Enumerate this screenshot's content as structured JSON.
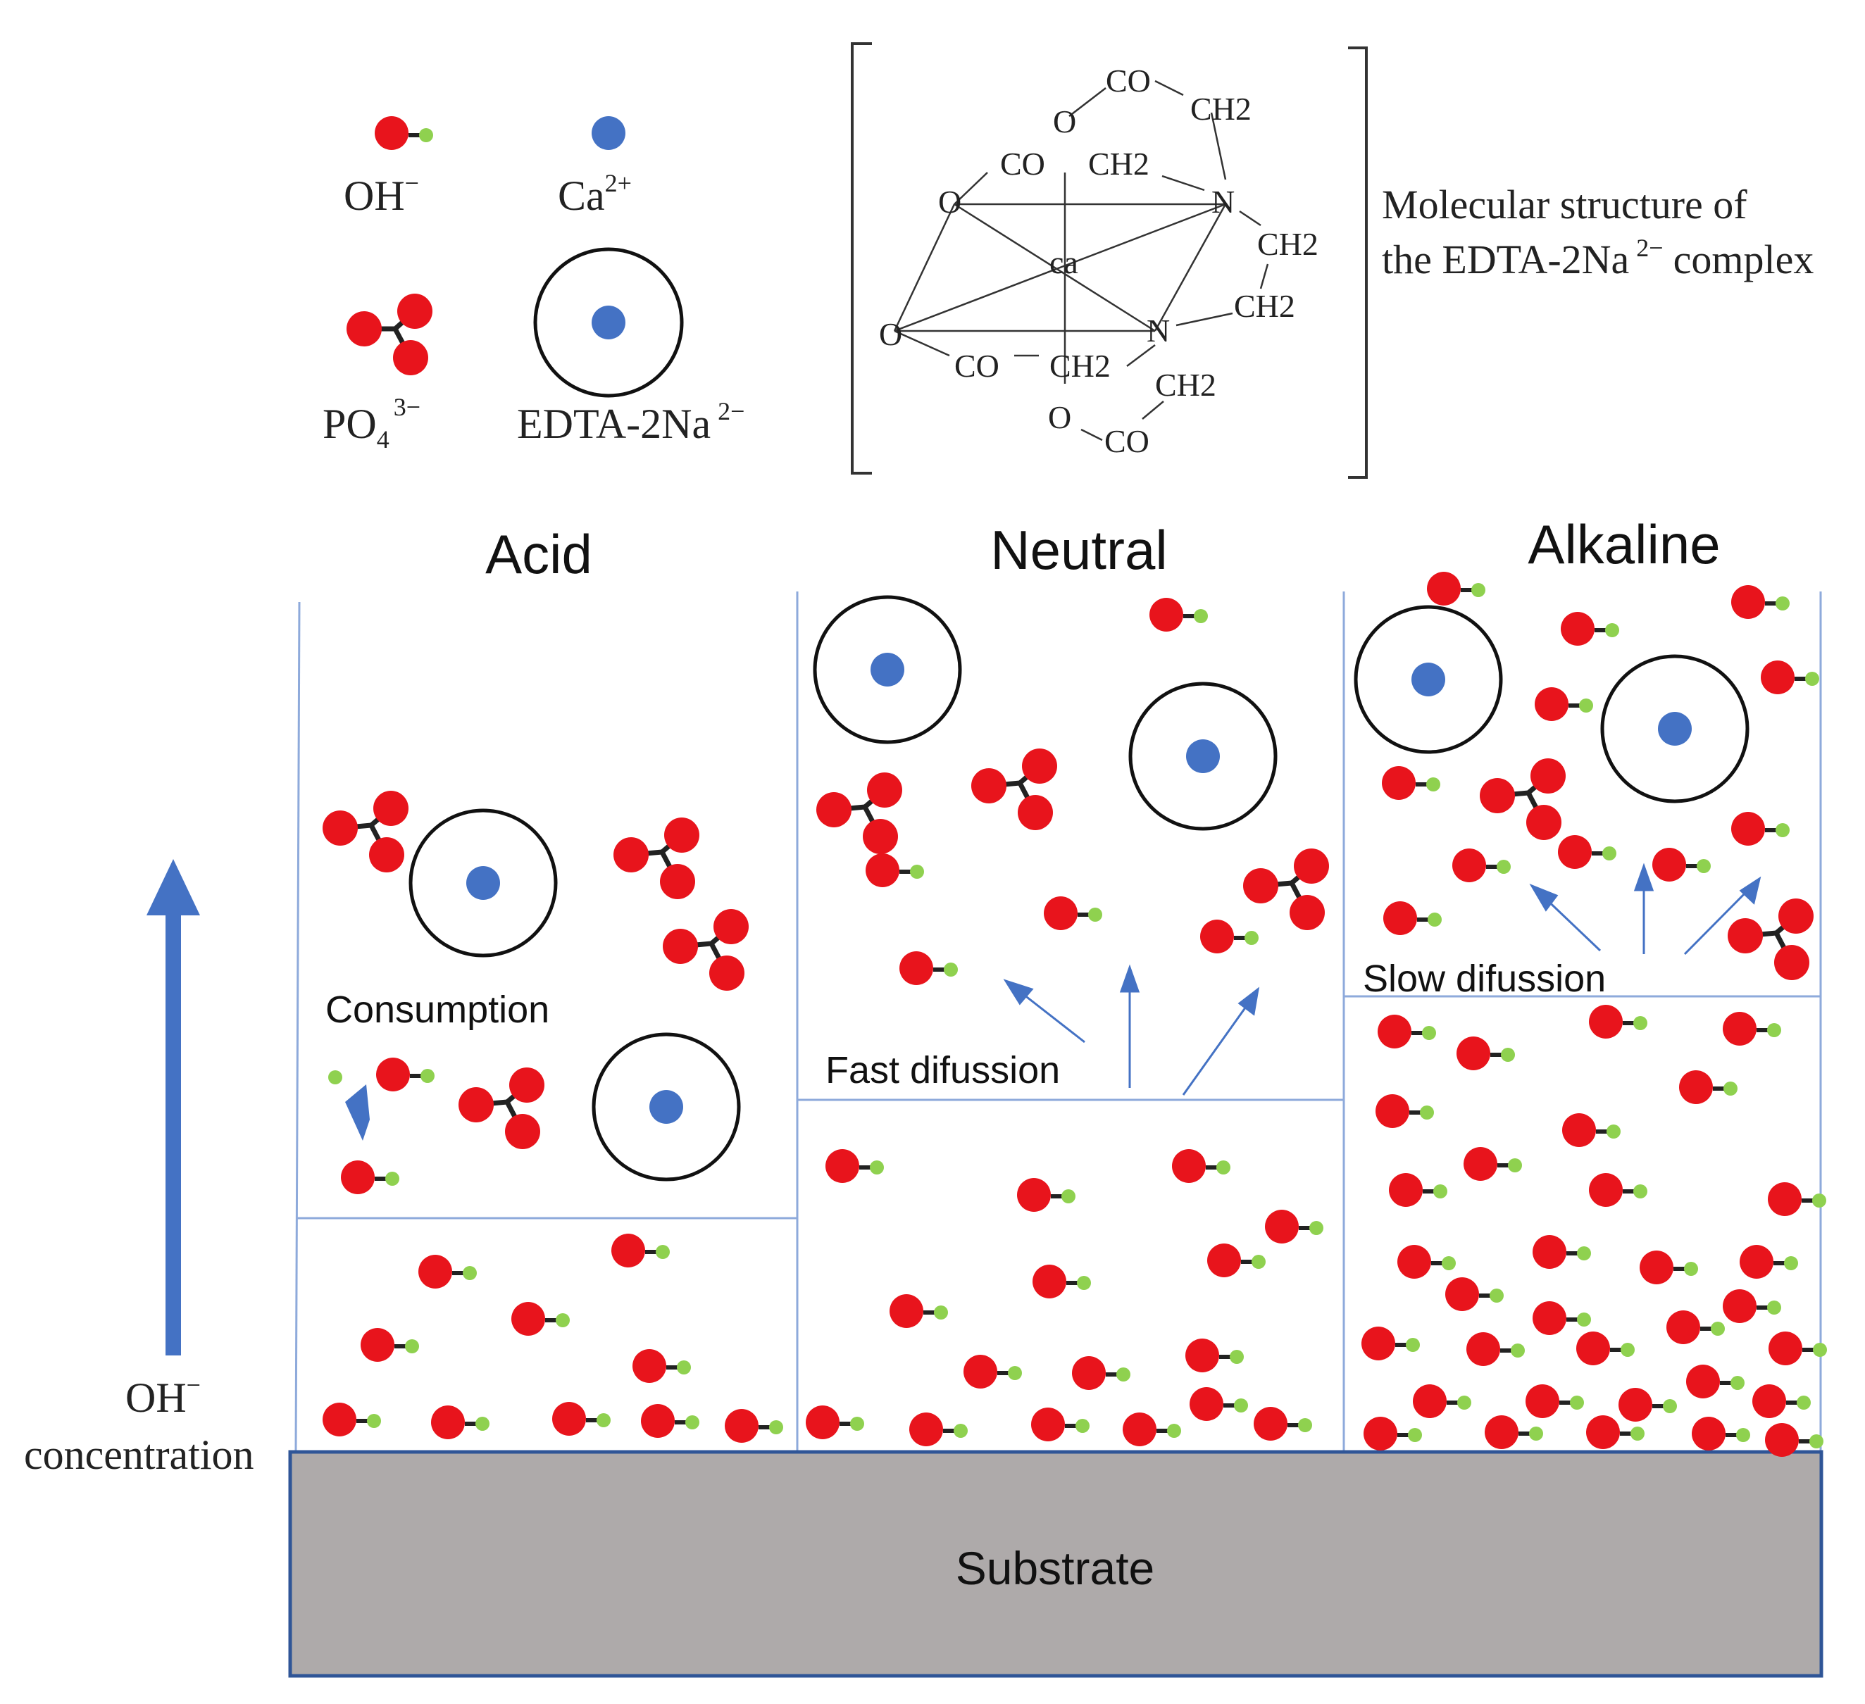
{
  "legend": {
    "oh": {
      "label": "OH",
      "charge": "−"
    },
    "ca": {
      "label": "Ca",
      "charge": "2+"
    },
    "po4": {
      "label": "PO",
      "subscript": "4",
      "charge": "3−"
    },
    "edta": {
      "label": "EDTA-2Na",
      "charge": "2−"
    }
  },
  "structure": {
    "caption_line1": "Molecular structure of",
    "caption_line2_prefix": "the EDTA-2Na",
    "caption_line2_charge": "2−",
    "caption_line2_suffix": "complex",
    "labels": {
      "co_top": "CO",
      "ch2_top": "CH2",
      "o_top": "O",
      "co_mid": "CO",
      "ch2_mid": "CH2",
      "n_upper": "N",
      "o_left_upper": "O",
      "ca_center": "ca",
      "ch2_right_upper": "CH2",
      "ch2_right_lower": "CH2",
      "o_left_lower": "O",
      "n_lower": "N",
      "co_low": "CO",
      "ch2_low": "CH2",
      "ch2_low_right": "CH2",
      "o_bottom": "O",
      "co_bottom": "CO"
    }
  },
  "panels": {
    "acid": {
      "title": "Acid",
      "annotation": "Consumption"
    },
    "neutral": {
      "title": "Neutral",
      "annotation": "Fast difussion"
    },
    "alkaline": {
      "title": "Alkaline",
      "annotation": "Slow difussion"
    }
  },
  "axis": {
    "line1": "OH",
    "line1_charge": "−",
    "line2": "concentration"
  },
  "substrate": {
    "label": "Substrate"
  },
  "colors": {
    "oxygen": "#e8141c",
    "hydrogen": "#8fd14f",
    "calcium": "#4472c4",
    "arrow": "#4472c4",
    "box_line": "#8eaadb",
    "substrate_fill": "#aeaaaa",
    "substrate_edge": "#2f5597"
  }
}
